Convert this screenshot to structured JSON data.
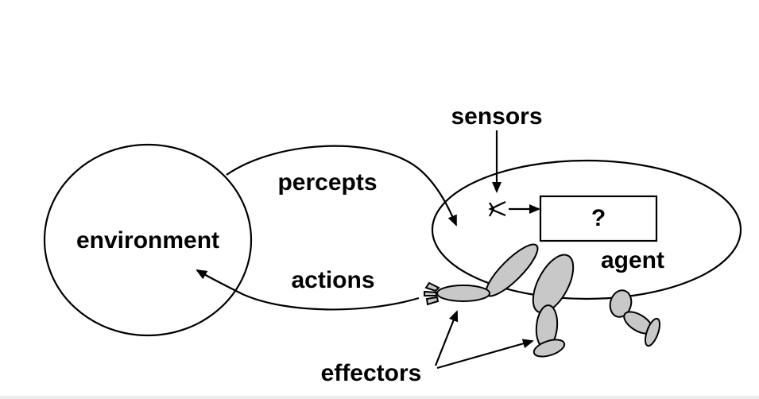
{
  "diagram": {
    "labels": {
      "environment": "environment",
      "percepts": "percepts",
      "actions": "actions",
      "sensors": "sensors",
      "agent": "agent",
      "agent_program": "?",
      "effectors": "effectors"
    },
    "colors": {
      "stroke": "#000000",
      "limb_fill": "#c8c8c8",
      "background": "#ffffff"
    },
    "icons": [
      "sensor-eye-icon",
      "effector-arm-icon",
      "effector-leg-icon"
    ]
  }
}
